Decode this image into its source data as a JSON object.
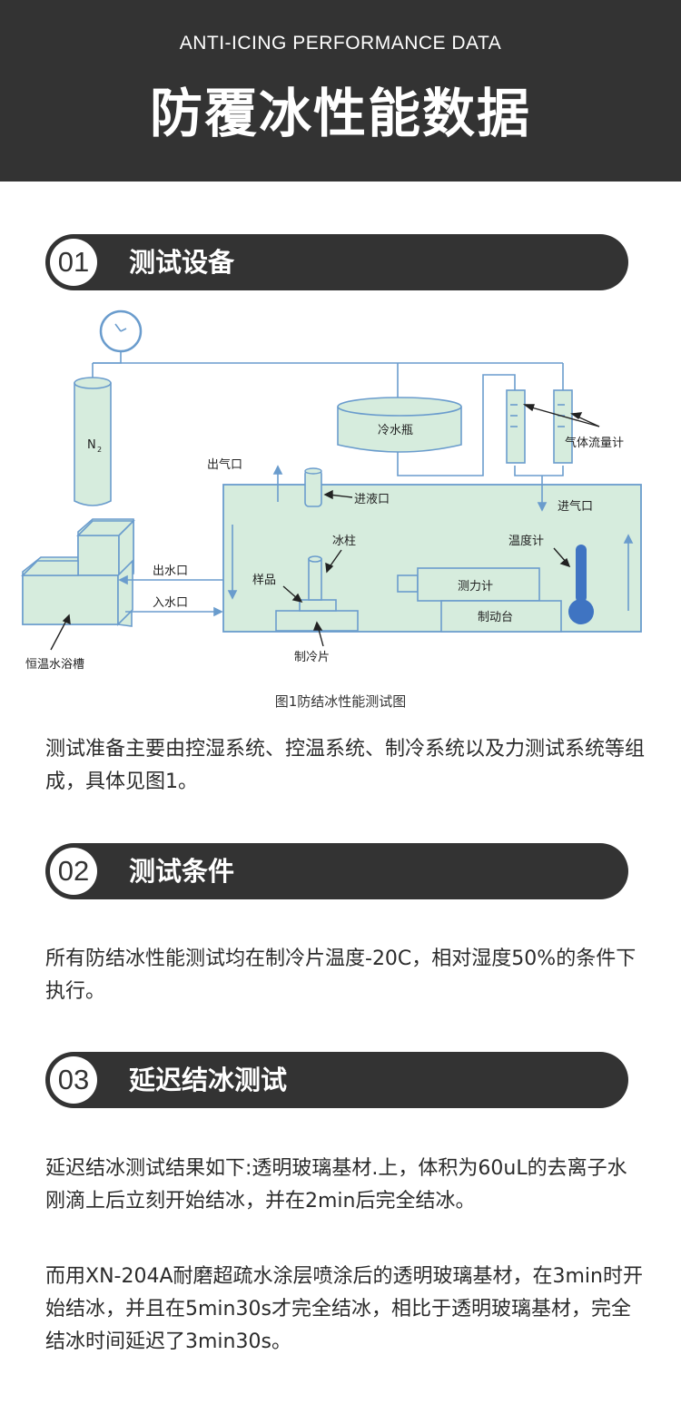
{
  "header": {
    "subtitle": "ANTI-ICING PERFORMANCE DATA",
    "title": "防覆冰性能数据"
  },
  "sections": [
    {
      "number": "01",
      "title": "测试设备"
    },
    {
      "number": "02",
      "title": "测试条件"
    },
    {
      "number": "03",
      "title": "延迟结冰测试"
    }
  ],
  "diagram": {
    "labels": {
      "n2": "N",
      "n2_sub": "2",
      "cold_water_bottle": "冷水瓶",
      "gas_flowmeter": "气体流量计",
      "gas_outlet": "出气口",
      "liquid_inlet": "进液口",
      "gas_inlet": "进气口",
      "ice_column": "冰柱",
      "thermometer": "温度计",
      "sample": "样品",
      "dynamometer": "测力计",
      "brake_stage": "制动台",
      "water_outlet": "出水口",
      "water_inlet": "入水口",
      "thermostatic_bath": "恒温水浴槽",
      "cooling_plate": "制冷片"
    },
    "caption": "图1防结冰性能测试图"
  },
  "paragraphs": {
    "equipment": "测试准备主要由控湿系统、控温系统、制冷系统以及力测试系统等组成，具体见图1。",
    "conditions": "所有防结冰性能测试均在制冷片温度-20C，相对湿度50%的条件下执行。",
    "delay_1": "延迟结冰测试结果如下:透明玻璃基材.上，体积为60uL的去离子水刚滴上后立刻开始结冰，并在2min后完全结冰。",
    "delay_2": "而用XN-204A耐磨超疏水涂层喷涂后的透明玻璃基材，在3min时开始结冰，并且在5min30s才完全结冰，相比于透明玻璃基材，完全结冰时间延迟了3min30s。"
  },
  "colors": {
    "header_bg": "#333333",
    "diagram_fill": "#d6ecdd",
    "diagram_line": "#6a9ccd",
    "thermometer": "#3f74c2"
  }
}
